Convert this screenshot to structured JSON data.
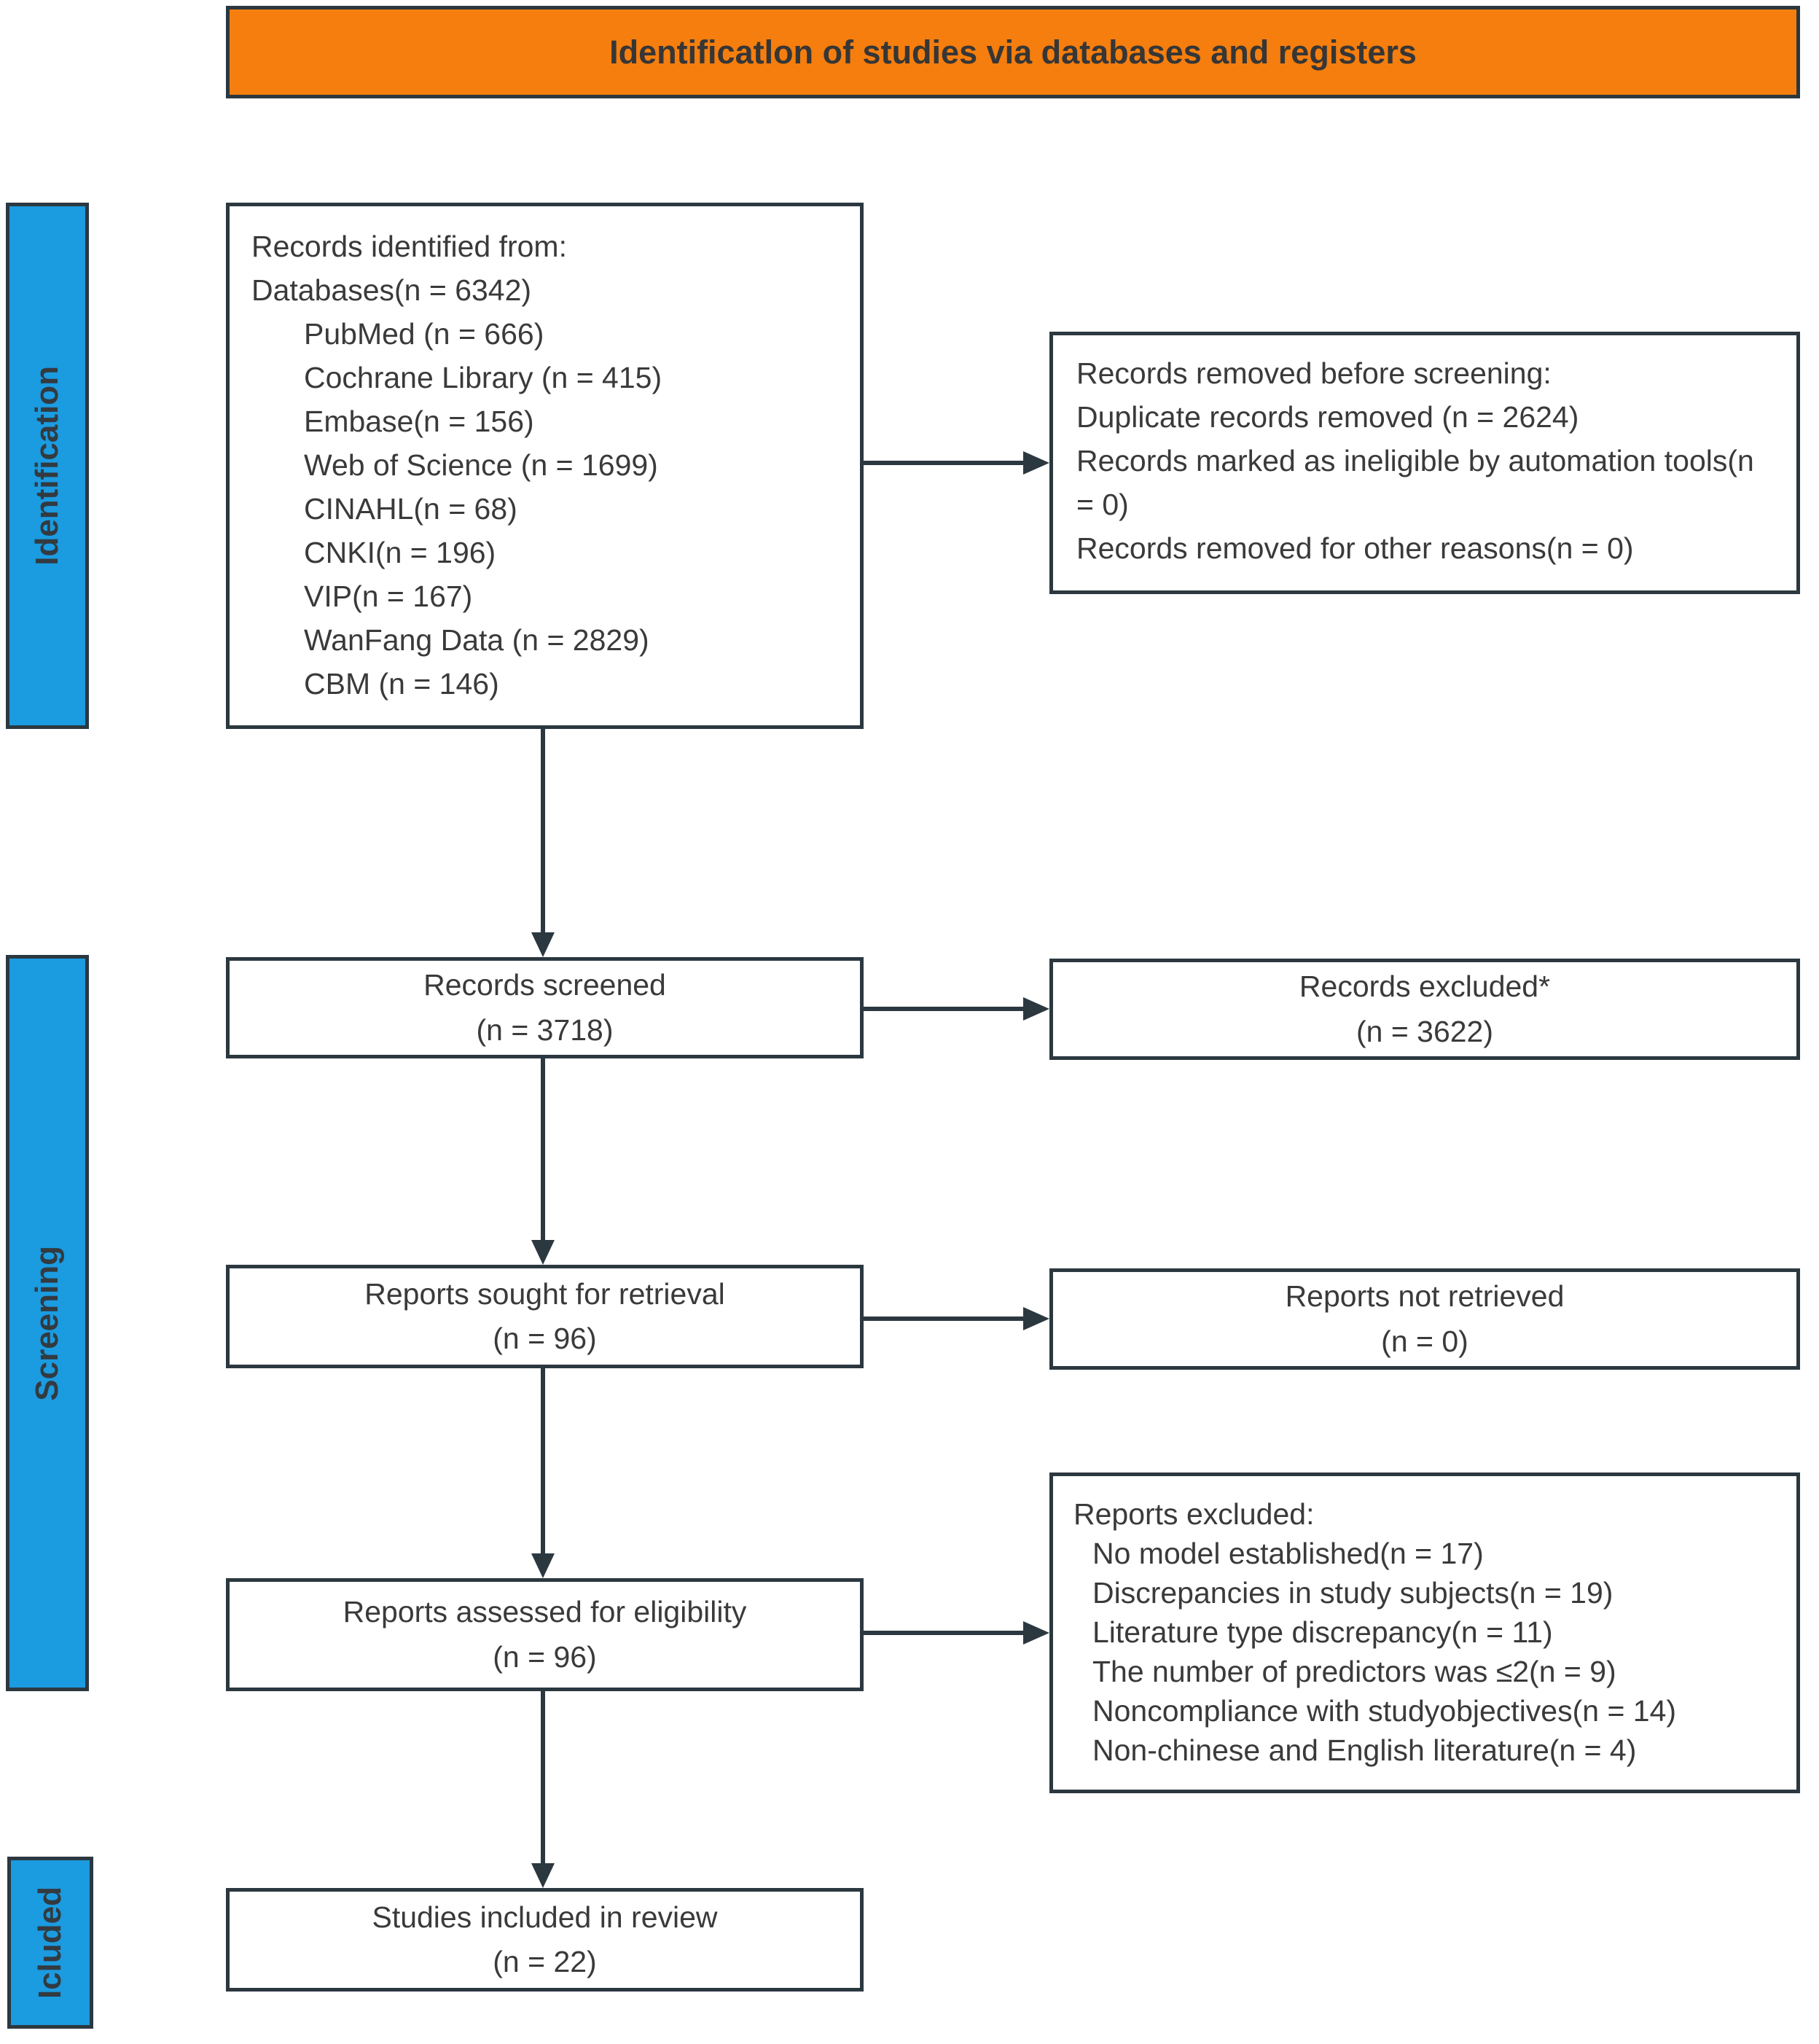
{
  "banner": {
    "title": "Identificatlon of studies via databases and registers"
  },
  "sidebars": {
    "identification": "Identification",
    "screening": "Screening",
    "included": "Icluded"
  },
  "colors": {
    "orange": "#F57E0E",
    "blue": "#1B9BE0",
    "border": "#2C3840",
    "text": "#3A3A3A"
  },
  "boxes": {
    "identified": {
      "lines": [
        "Records identified from:",
        "Databases(n = 6342)",
        "PubMed (n = 666)",
        "Cochrane Library (n = 415)",
        "Embase(n = 156)",
        "Web of Science (n = 1699)",
        "CINAHL(n = 68)",
        "CNKI(n = 196)",
        "VIP(n = 167)",
        "WanFang Data (n = 2829)",
        "CBM (n = 146)"
      ]
    },
    "removed": {
      "lines": [
        "Records removed before screening:",
        "Duplicate records removed (n = 2624)",
        "Records marked as ineligible by automation tools(n = 0)",
        "Records removed for other reasons(n = 0)"
      ]
    },
    "screened": {
      "title": "Records screened",
      "count": "(n = 3718)"
    },
    "records_excluded": {
      "title": "Records excluded*",
      "count": "(n = 3622)"
    },
    "sought": {
      "title": "Reports sought for retrieval",
      "count": "(n = 96)"
    },
    "not_retrieved": {
      "title": "Reports not retrieved",
      "count": "(n = 0)"
    },
    "assessed": {
      "title": "Reports assessed for eligibility",
      "count": "(n = 96)"
    },
    "reports_excluded": {
      "header": "Reports excluded:",
      "reasons": [
        "No model established(n = 17)",
        "Discrepancies in study subjects(n = 19)",
        "Literature type discrepancy(n = 11)",
        "The number of predictors was ≤2(n = 9)",
        "Noncompliance with studyobjectives(n = 14)",
        "Non-chinese and English literature(n = 4)"
      ]
    },
    "included": {
      "title": "Studies included in review",
      "count": "(n = 22)"
    }
  }
}
